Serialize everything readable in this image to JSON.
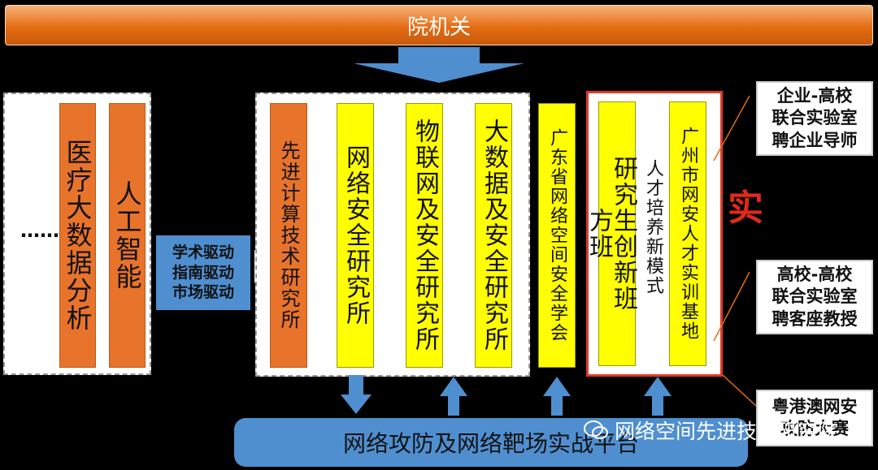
{
  "header": {
    "title": "院机关"
  },
  "left_panel": {
    "ellipsis": "……",
    "cols": [
      "医疗大数据分析",
      "人工智能"
    ]
  },
  "drivers": {
    "lines": [
      "学术驱动",
      "指南驱动",
      "市场驱动"
    ]
  },
  "institutes": {
    "advanced": "先进计算技术研究所",
    "network_security": "网络安全研究所",
    "iot_security": "物联网及安全研究所",
    "bigdata_security": "大数据及安全研究所"
  },
  "society": "广东省网络空间安全学会",
  "talent": {
    "innovation_class": "研究生创新班",
    "fang_class": "方班",
    "mode": "人才培养新模式",
    "base": "广州市网安人才实训基地"
  },
  "side_label": "实",
  "right_boxes": {
    "enterprise": [
      "企业-高校",
      "联合实验室",
      "聘企业导师"
    ],
    "university": [
      "高校-高校",
      "联合实验室",
      "聘客座教授"
    ],
    "competition": [
      "粤港澳网安",
      "攻防大赛"
    ]
  },
  "platform": "网络攻防及网络靶场实战平台",
  "watermark": "网络空间先进技术研究院",
  "colors": {
    "orange": "#e46c14",
    "yellow": "#ffff00",
    "blue": "#4f8fd0",
    "red": "#e03a2a"
  }
}
